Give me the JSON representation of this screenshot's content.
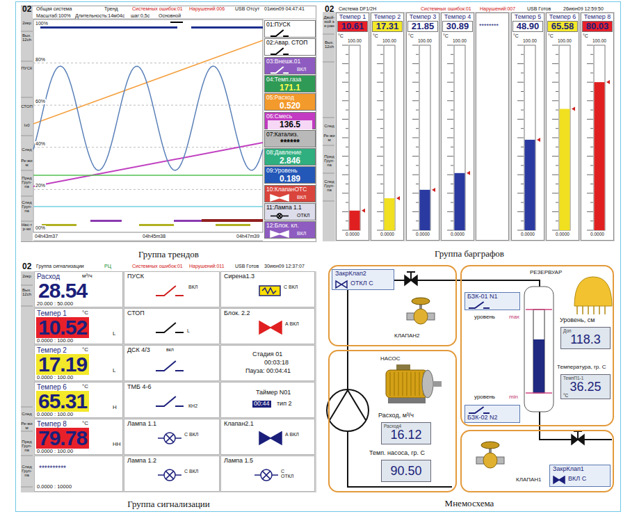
{
  "diagram": {
    "nodes": [
      {
        "text": [
          "Группа трендов"
        ]
      },
      {
        "text": [
          "01:ПУСК"
        ],
        "in": 0
      },
      {
        "text": [
          "02:Авар. СТОП"
        ],
        "in": 0
      },
      {
        "text": [
          "03:Внешк.01",
          "ВКЛ"
        ],
        "in": 0
      },
      {
        "text": [
          "04:Темп.газа",
          "171.1"
        ],
        "in": 0
      },
      {
        "text": [
          "05:Расход",
          "0.520"
        ],
        "in": 0
      },
      {
        "text": [
          "06:Смесь",
          "136.5"
        ],
        "in": 0
      },
      {
        "text": [
          "07:Катализ.",
          "******"
        ],
        "in": 0
      },
      {
        "text": [
          "08:Давление",
          "2.846"
        ],
        "in": 0
      },
      {
        "text": [
          "09:Уровень",
          "0.189"
        ],
        "in": 0
      },
      {
        "text": [
          "10:КлапанОТС",
          "ВКЛ"
        ],
        "in": 0
      },
      {
        "text": [
          "11:Лампа 1.1",
          "ОТКЛ"
        ],
        "in": 0
      },
      {
        "text": [
          "12:Блок. кл.",
          "ВКЛ"
        ],
        "in": 0
      },
      {
        "text": [
          "Группа барграфов"
        ]
      },
      {
        "text": [
          "Темпер 1",
          "10.61",
          "°C",
          "100.00",
          "0.0000"
        ],
        "in": 13
      },
      {
        "text": [
          "Темпер 2",
          "17.31",
          "°C",
          "100.00",
          "0.0000"
        ],
        "in": 13
      },
      {
        "text": [
          "Темпер 3",
          "21.85",
          "°C",
          "100.00",
          "0.0000"
        ],
        "in": 13
      },
      {
        "text": [
          "Темпер 4",
          "30.89",
          "°C",
          "100.00",
          "0.0000"
        ],
        "in": 13
      },
      {
        "text": [
          "********"
        ],
        "in": 13
      },
      {
        "text": [
          "Темпер 5",
          "48.90",
          "°C",
          "100.00",
          "0.0000"
        ],
        "in": 13
      },
      {
        "text": [
          "Темпер 6",
          "65.58",
          "°C",
          "100.00",
          "0.0000"
        ],
        "in": 13
      },
      {
        "text": [
          "Темпер 8",
          "80.03",
          "°C",
          "100.00",
          "0.0000"
        ],
        "in": 13
      },
      {
        "text": [
          "Группа сигнализации"
        ]
      },
      {
        "text": [
          "Расход",
          "м³/ч",
          "28.54",
          "20.000 : 50.000"
        ],
        "in": 22
      },
      {
        "text": [
          "ПУСК",
          "ВКЛ"
        ],
        "in": 22
      },
      {
        "text": [
          "Сирена1.3",
          "С ВКЛ"
        ],
        "in": 22
      },
      {
        "text": [
          "Темпер 1",
          "°C",
          "10.52",
          "L",
          "0.0000 : 100.00"
        ],
        "in": 22
      },
      {
        "text": [
          "СТОП",
          "L"
        ],
        "in": 22
      },
      {
        "text": [
          "Блок. 2.2",
          "А ВКЛ"
        ],
        "in": 22
      },
      {
        "text": [
          "Темпер 2",
          "°C",
          "17.19",
          "L",
          "0.0000 : 100.00"
        ],
        "in": 22
      },
      {
        "text": [
          "ДСК 4/3",
          "вкл"
        ],
        "in": 22
      },
      {
        "text": [
          "Стадия 01",
          "00:03:18",
          "Пауза: 00:04:41"
        ],
        "in": 22
      },
      {
        "text": [
          "Темпер 6",
          "°C",
          "65.31",
          "H",
          "0.0000 : 100.00"
        ],
        "in": 22
      },
      {
        "text": [
          "ТМБ 4-6",
          "КН2"
        ],
        "in": 22
      },
      {
        "text": [
          "Таймер N01",
          "00:44",
          "тип 2"
        ],
        "in": 22
      },
      {
        "text": [
          "Темпер 8",
          "°C",
          "79.78",
          "HH",
          "0.0000 : 100.00"
        ],
        "in": 22
      },
      {
        "text": [
          "Лампа 1.1",
          "С ВКЛ"
        ],
        "in": 22
      },
      {
        "text": [
          "Клапан2.1",
          "А ВКЛ"
        ],
        "in": 22
      },
      {
        "text": [
          "**********",
          "0.0000 : 10000"
        ],
        "in": 22
      },
      {
        "text": [
          "Лампа 1.2",
          "С ВКЛ"
        ],
        "in": 22
      },
      {
        "text": [
          "Лампа 1.5",
          "С ОТКЛ"
        ],
        "in": 22
      },
      {
        "text": [
          "Мнемосхема"
        ]
      },
      {
        "text": [
          "КЛАПАН2"
        ],
        "in": 41
      },
      {
        "text": [
          "ЗакрКлап2",
          "ОТКЛ С"
        ],
        "in": 42
      },
      {
        "text": [
          "РЕЗЕРВУАР",
          "уровень",
          "max",
          "уровень",
          "min"
        ],
        "in": 41
      },
      {
        "text": [
          "БЗК-01 N1"
        ],
        "in": 44
      },
      {
        "text": [
          "БЗК-02 N2"
        ],
        "in": 44
      },
      {
        "text": [
          "Уровень, см",
          "Доп",
          "118.3"
        ],
        "in": 44
      },
      {
        "text": [
          "Температура, гр. С",
          "ТемпП1-1",
          "36.25",
          "°C"
        ],
        "in": 44
      },
      {
        "text": [
          "НАСОС"
        ],
        "in": 41
      },
      {
        "text": [
          "Расход, м³/ч",
          "Расход4",
          "16.12"
        ],
        "in": 49
      },
      {
        "text": [
          "Темп. насоса, гр. С",
          "90.50"
        ],
        "in": 49
      },
      {
        "text": [
          "КЛАПАН1"
        ],
        "in": 41
      },
      {
        "text": [
          "ЗакрКлап1",
          "ВКЛ С"
        ],
        "in": 52
      }
    ],
    "labels": [
      "02",
      "Общая система",
      "Тренд",
      "Системных ошибок:01",
      "Нарушений:006",
      "USB Отсут",
      "01июн09 04:47:41",
      "Масштаб:100%",
      "Длительность:14м04с",
      "шаг:0,5с",
      "Основной",
      "2икр",
      "Вых. 12ch",
      "ПУСК",
      "СТОП",
      "Ix0",
      "След",
      "Ре-жим",
      "Пред Груп-па",
      "След Груп-па",
      "Нас-тр-ки",
      "100%",
      "80%",
      "60%",
      "40%",
      "20%",
      "00%",
      "04h43m37",
      "04h45m38",
      "04h47m39",
      "02",
      "Система DF1/2H",
      "Системных ошибок:01",
      "Нарушений:007",
      "USB Готов",
      "26июн09 12:59:50",
      "Двой-ной эк-ран",
      "Вых. 12ch",
      "След",
      "Ре-жим",
      "Пред Груп-па",
      "След Груп-па",
      "02",
      "Группа сигнализации",
      "РЦ",
      "Системных ошибок:01",
      "Нарушений:011",
      "USB Готов",
      "30июн09 12:37:07",
      "2икр",
      "Вых. 12ch",
      "След",
      "Ре-жим",
      "Пред Груп-па",
      "След Груп-па"
    ]
  }
}
